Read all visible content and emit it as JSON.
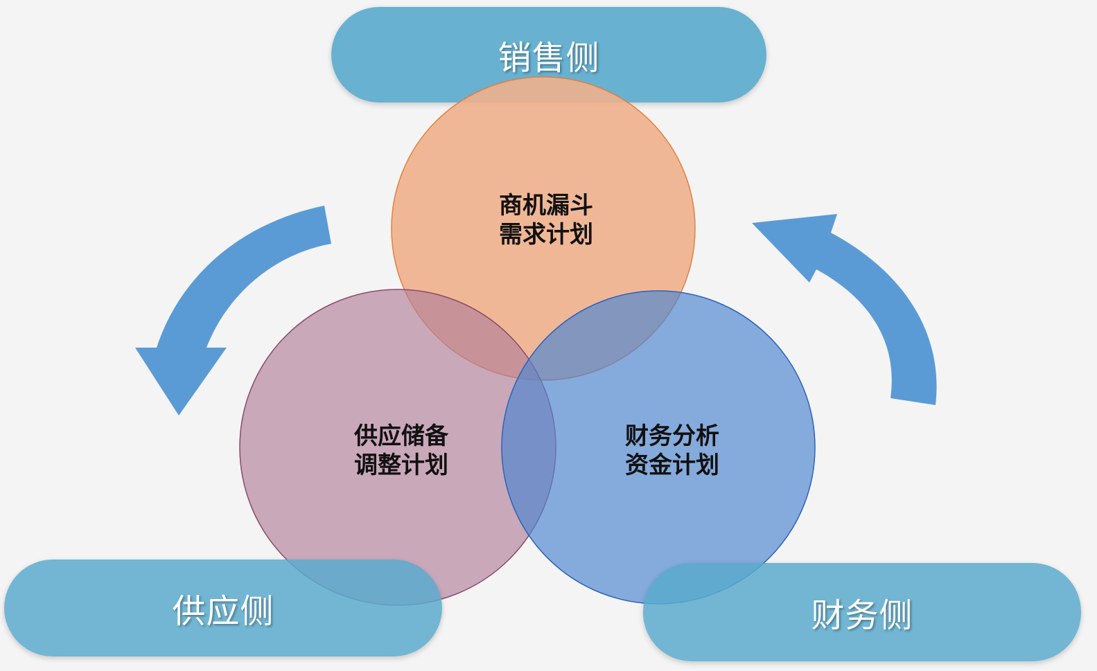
{
  "sides": {
    "sales": "销售侧",
    "supply": "供应侧",
    "finance": "财务侧"
  },
  "circles": {
    "demand": {
      "line1": "商机漏斗",
      "line2": "需求计划",
      "color": "#f0b08c"
    },
    "supply": {
      "line1": "供应储备",
      "line2": "调整计划",
      "color": "#b27f9a"
    },
    "finance": {
      "line1": "财务分析",
      "line2": "资金计划",
      "color": "#6a9fd9"
    }
  },
  "colors": {
    "pill": "#5baacd",
    "arrow": "#5b9bd5",
    "background": "#f4f4f4"
  }
}
